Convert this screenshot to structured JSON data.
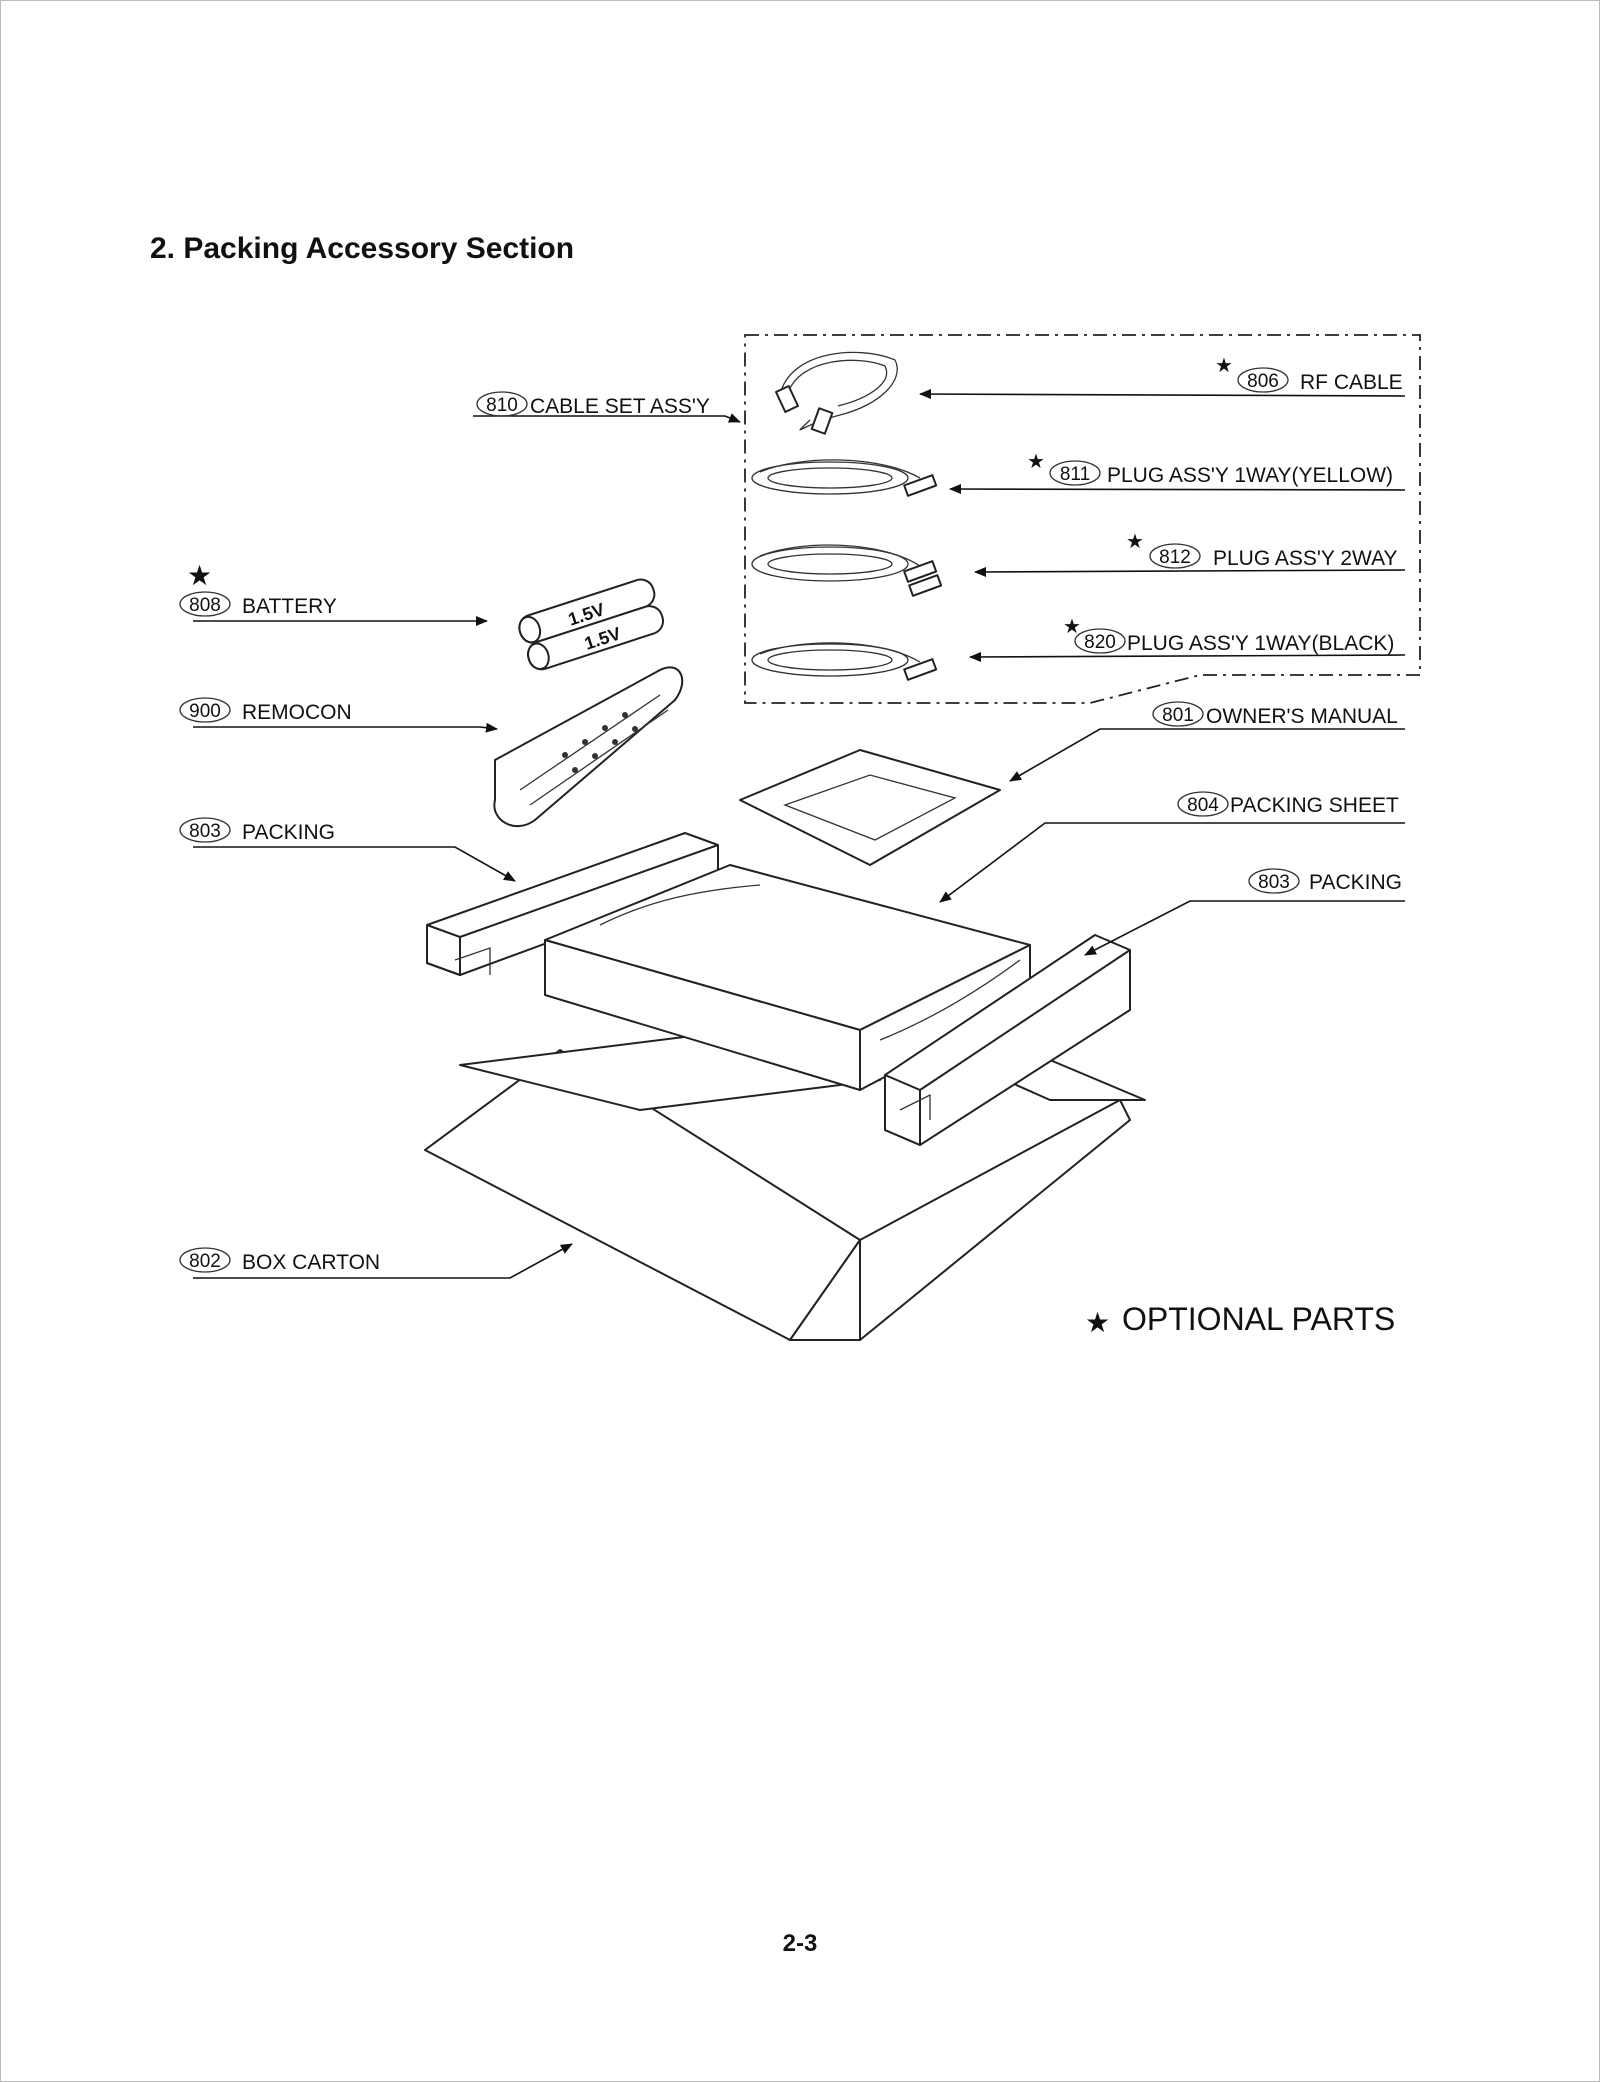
{
  "title": "2. Packing Accessory Section",
  "page_number": "2-3",
  "legend": {
    "star": "★",
    "label": "OPTIONAL PARTS"
  },
  "callouts": {
    "cable_set": {
      "num": "810",
      "label": "CABLE SET ASS'Y",
      "optional": false
    },
    "rf_cable": {
      "num": "806",
      "label": "RF CABLE",
      "optional": true
    },
    "plug_yellow": {
      "num": "811",
      "label": "PLUG ASS'Y 1WAY(YELLOW)",
      "optional": true
    },
    "plug_2way": {
      "num": "812",
      "label": "PLUG ASS'Y 2WAY",
      "optional": true
    },
    "plug_black": {
      "num": "820",
      "label": "PLUG ASS'Y 1WAY(BLACK)",
      "optional": true
    },
    "battery": {
      "num": "808",
      "label": "BATTERY",
      "optional": true
    },
    "remocon": {
      "num": "900",
      "label": "REMOCON",
      "optional": false
    },
    "owners_manual": {
      "num": "801",
      "label": "OWNER'S MANUAL",
      "optional": false
    },
    "packing_left": {
      "num": "803",
      "label": "PACKING",
      "optional": false
    },
    "packing_sheet": {
      "num": "804",
      "label": "PACKING SHEET",
      "optional": false
    },
    "packing_right": {
      "num": "803",
      "label": "PACKING",
      "optional": false
    },
    "box_carton": {
      "num": "802",
      "label": "BOX CARTON",
      "optional": false
    }
  },
  "battery_text": "1.5V"
}
